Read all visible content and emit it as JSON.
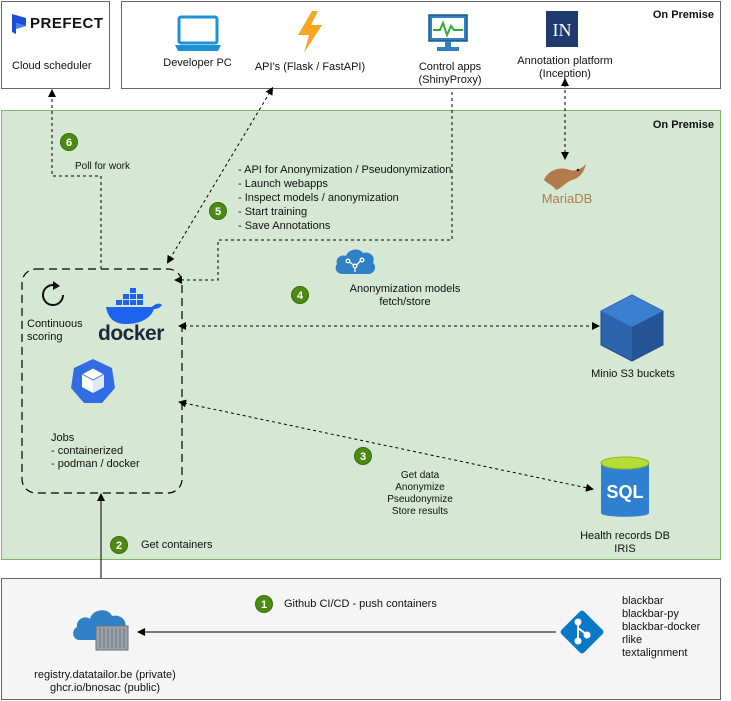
{
  "prefect": {
    "logo": "PREFECT",
    "label": "Cloud scheduler"
  },
  "onprem_top": {
    "label": "On Premise",
    "developer_pc": "Developer PC",
    "api": "API's (Flask / FastAPI)",
    "control_apps": "Control apps\n(ShinyProxy)",
    "annotation": "Annotation platform\n(Inception)",
    "inception_logo": "IN"
  },
  "onprem_main": {
    "label": "On Premise",
    "mariadb": "MariaDB",
    "step6": {
      "num": "6",
      "label": "Poll for work"
    },
    "step5": {
      "num": "5",
      "lines": "- API for Anonymization / Pseudonymization\n- Launch webapps\n- Inspect models / anonymization\n- Start training\n- Save Annotations"
    },
    "step4": {
      "num": "4",
      "label": "Anonymization models\nfetch/store"
    },
    "step3": {
      "num": "3",
      "label": "Get data\nAnonymize\nPseudonymize\nStore results"
    },
    "step2": {
      "num": "2",
      "label": "Get containers"
    },
    "continuous": "Continuous\nscoring",
    "docker": "docker",
    "jobs": "Jobs\n- containerized\n- podman / docker",
    "minio": "Minio S3 buckets",
    "sql_logo": "SQL",
    "health": "Health records DB\nIRIS"
  },
  "bottom": {
    "step1": {
      "num": "1",
      "label": "Github CI/CD - push containers"
    },
    "registry": "registry.datatailor.be (private)\nghcr.io/bnosac (public)",
    "repos": "blackbar\nblackbar-py\nblackbar-docker\nrlike\ntextalignment"
  },
  "colors": {
    "green_bg": "#d5e8d4",
    "badge": "#4d8a13",
    "azure_blue": "#0078d4",
    "bottom_bg": "#f5f5f5"
  }
}
